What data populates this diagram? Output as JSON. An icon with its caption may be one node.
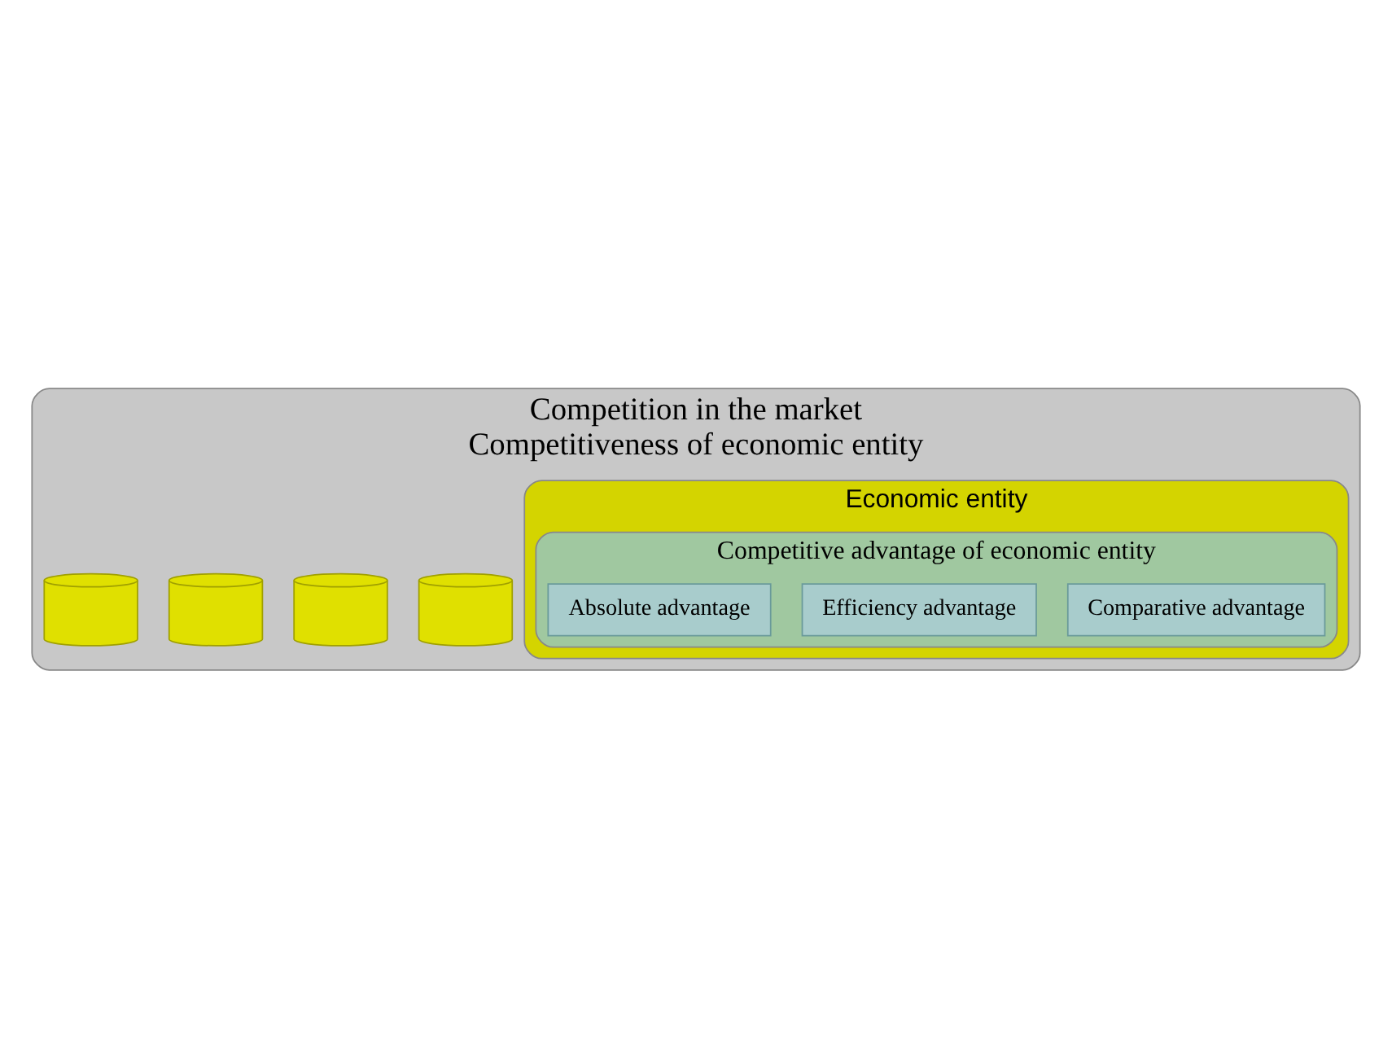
{
  "diagram": {
    "nodes": [
      {
        "text": [
          "Competition in the market",
          "Competitiveness of economic entity"
        ]
      },
      {
        "text": [],
        "shape": "cylinder",
        "in": 0
      },
      {
        "text": [],
        "shape": "cylinder",
        "in": 0
      },
      {
        "text": [],
        "shape": "cylinder",
        "in": 0
      },
      {
        "text": [],
        "shape": "cylinder",
        "in": 0
      },
      {
        "text": [
          "Economic entity"
        ],
        "in": 0
      },
      {
        "text": [
          "Competitive advantage of economic entity"
        ],
        "in": 5
      },
      {
        "text": [
          "Comparative advantage"
        ],
        "in": 6
      },
      {
        "text": [
          "Efficiency advantage"
        ],
        "in": 6
      },
      {
        "text": [
          "Absolute advantage"
        ],
        "in": 6
      }
    ],
    "edges": []
  }
}
